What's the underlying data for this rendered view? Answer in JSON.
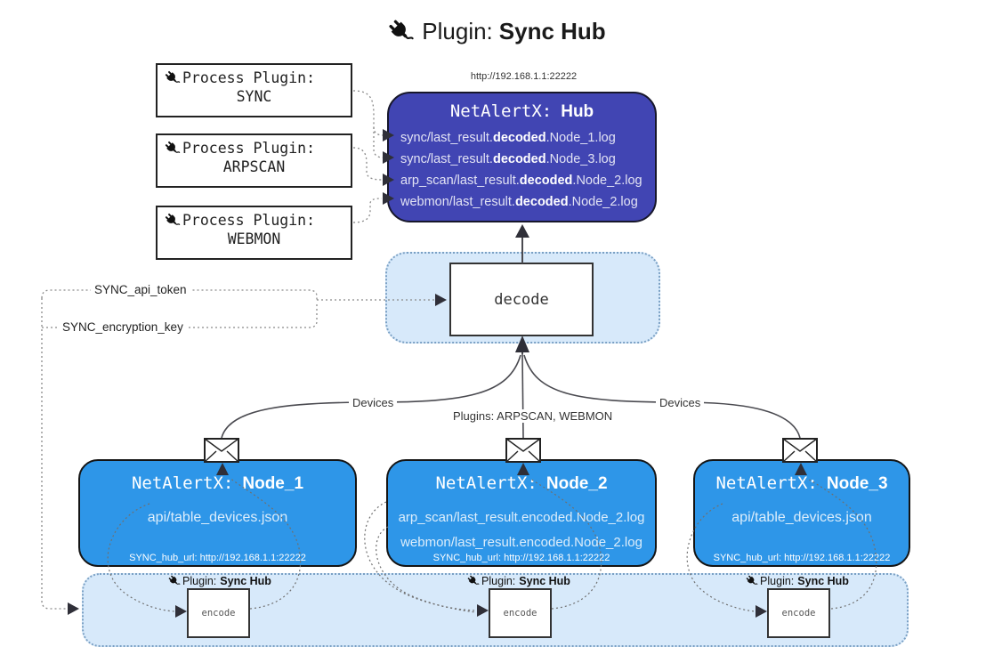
{
  "title": {
    "prefix": "Plugin:",
    "name": "Sync Hub"
  },
  "hub": {
    "url": "http://192.168.1.1:22222",
    "title_prefix": "NetAlertX:",
    "title_name": "Hub",
    "logs": [
      {
        "pre": "sync/last_result.",
        "mid": "decoded",
        "post": ".Node_1.log"
      },
      {
        "pre": "sync/last_result.",
        "mid": "decoded",
        "post": ".Node_3.log"
      },
      {
        "pre": "arp_scan/last_result.",
        "mid": "decoded",
        "post": ".Node_2.log"
      },
      {
        "pre": "webmon/last_result.",
        "mid": "decoded",
        "post": ".Node_2.log"
      }
    ]
  },
  "process_plugins": [
    {
      "label": "Process Plugin:",
      "name": "SYNC"
    },
    {
      "label": "Process Plugin:",
      "name": "ARPSCAN"
    },
    {
      "label": "Process Plugin:",
      "name": "WEBMON"
    }
  ],
  "decode": {
    "label": "decode"
  },
  "tokens": {
    "api": "SYNC_api_token",
    "key": "SYNC_encryption_key"
  },
  "edges": {
    "devices_left": "Devices",
    "devices_right": "Devices",
    "plugins": "Plugins: ARPSCAN, WEBMON"
  },
  "nodes": [
    {
      "title_prefix": "NetAlertX:",
      "title_name": "Node_1",
      "files": [
        "api/table_devices.json"
      ],
      "hub_url": "SYNC_hub_url: http://192.168.1.1:22222",
      "plugin_label": "Plugin:",
      "plugin_name": "Sync Hub",
      "encode_label": "encode"
    },
    {
      "title_prefix": "NetAlertX:",
      "title_name": "Node_2",
      "files": [
        "arp_scan/last_result.encoded.Node_2.log",
        "webmon/last_result.encoded.Node_2.log"
      ],
      "hub_url": "SYNC_hub_url: http://192.168.1.1:22222",
      "plugin_label": "Plugin:",
      "plugin_name": "Sync Hub",
      "encode_label": "encode"
    },
    {
      "title_prefix": "NetAlertX:",
      "title_name": "Node_3",
      "files": [
        "api/table_devices.json"
      ],
      "hub_url": "SYNC_hub_url: http://192.168.1.1:22222",
      "plugin_label": "Plugin:",
      "plugin_name": "Sync Hub",
      "encode_label": "encode"
    }
  ],
  "icons": {
    "plug": "plug-icon",
    "envelope": "envelope-icon"
  },
  "colors": {
    "hub-bg": "#4145b3",
    "node-bg": "#2e96e8",
    "panel-bg": "#d7e9fa",
    "panel-border": "#7aa0c4",
    "line": "#4a4a50",
    "dot": "#8a8a8a",
    "arrow": "#2f2f38"
  }
}
